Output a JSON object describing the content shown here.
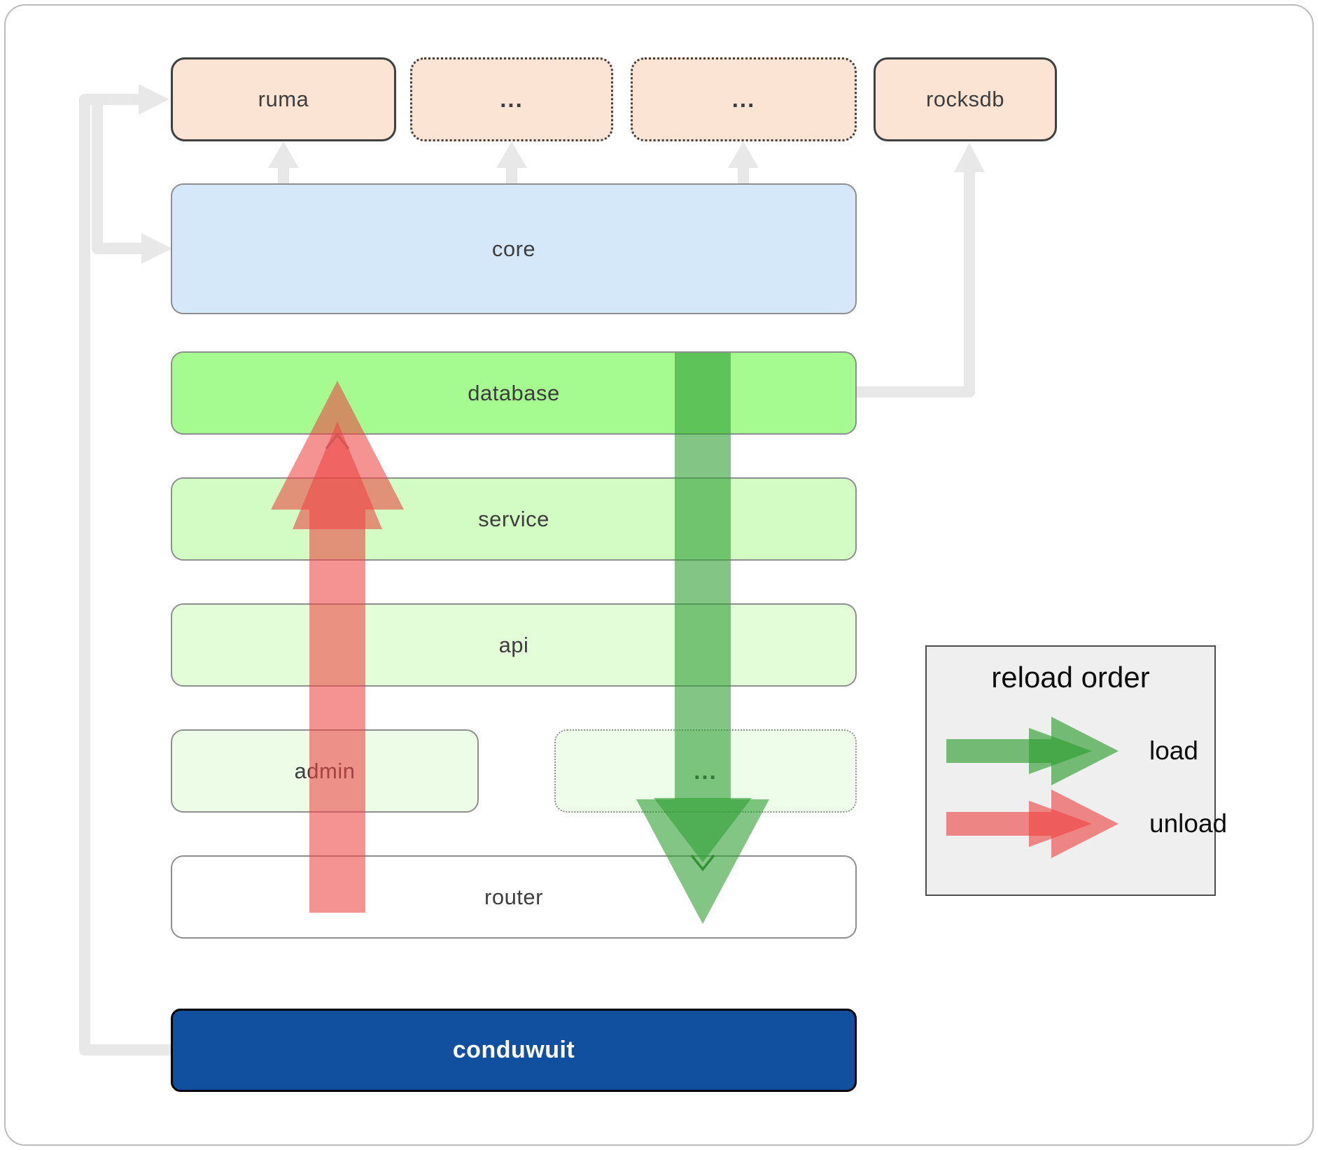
{
  "diagram": {
    "top_row": [
      {
        "label": "ruma"
      },
      {
        "label": "..."
      },
      {
        "label": "..."
      },
      {
        "label": "rocksdb"
      }
    ],
    "core": {
      "label": "core"
    },
    "database": {
      "label": "database"
    },
    "service": {
      "label": "service"
    },
    "api": {
      "label": "api"
    },
    "admin": {
      "label": "admin"
    },
    "admin_more": {
      "label": "..."
    },
    "router": {
      "label": "router"
    },
    "app": {
      "label": "conduwuit"
    }
  },
  "legend": {
    "title": "reload order",
    "items": [
      {
        "label": "load",
        "color": "#2f9e33"
      },
      {
        "label": "unload",
        "color": "#ee4444"
      }
    ]
  },
  "colors": {
    "peach_box": "#fce4d4",
    "core_blue": "#d5e8fa",
    "database_green": "#a5fa90",
    "service_green": "#d2fcc4",
    "api_green": "#e4fdd9",
    "admin_green": "#ecfce6",
    "router_white": "#ffffff",
    "app_blue": "#11509f",
    "connector_gray": "#e8e8e8",
    "load_green": "#2f9e33",
    "unload_red": "#ee4444"
  }
}
